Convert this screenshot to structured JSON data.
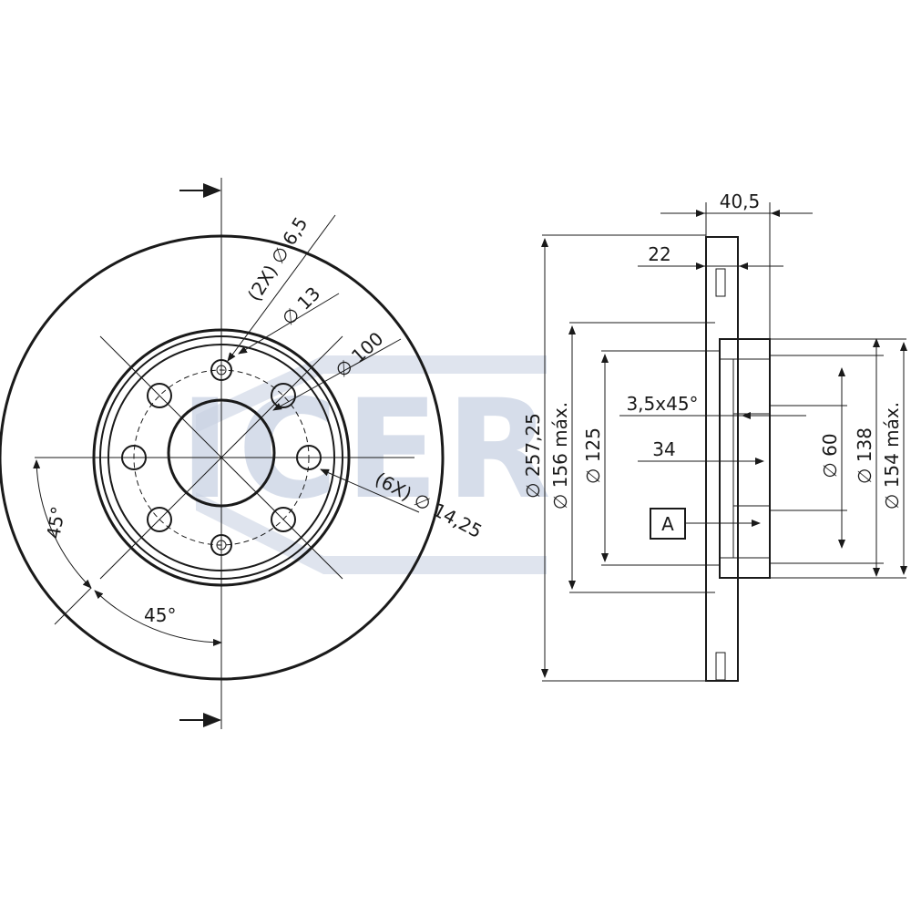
{
  "watermark": {
    "text": "ICER",
    "color": "#c9d2e3"
  },
  "front_view": {
    "pitch_label": "∅ 100",
    "inner_bore_label": "∅ 13",
    "pin_hole_label": "(2X) ∅ 6,5",
    "bolt_hole_label": "(6X) ∅ 14,25",
    "angle_left_label": "45°",
    "angle_bottom_label": "45°"
  },
  "section_view": {
    "overall_width_label": "40,5",
    "disc_thickness_label": "22",
    "chamfer_label": "3,5x45°",
    "hub_depth_label": "34",
    "datum_label": "A",
    "outer_diameter_label": "∅ 257,25",
    "max_diameter_label": "∅ 156 máx.",
    "hub_diameter_label": "∅ 125",
    "center_bore_label": "∅ 60",
    "hat_diameter_label": "∅ 138",
    "hat_max_label": "∅ 154 máx."
  }
}
